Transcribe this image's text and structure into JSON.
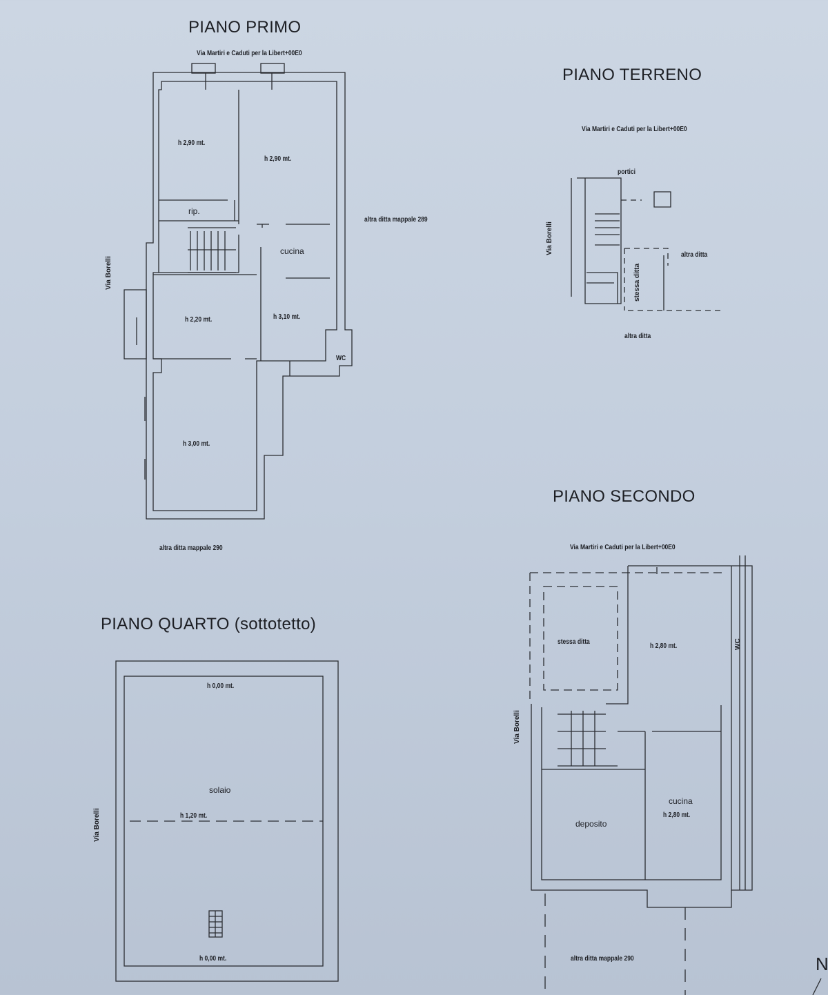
{
  "plans": {
    "primo": {
      "title": "PIANO PRIMO",
      "street_top": "Via Martiri e Caduti per la Libert+00E0",
      "street_left": "Via Borelli",
      "right_neighbor": "altra ditta mappale 289",
      "bottom_neighbor": "altra ditta mappale 290",
      "rooms": [
        "h 2,90 mt.",
        "h 2,90 mt.",
        "rip.",
        "cucina",
        "h 2,20 mt.",
        "h 3,10 mt.",
        "WC",
        "h 3,00 mt."
      ]
    },
    "terreno": {
      "title": "PIANO TERRENO",
      "street_top": "Via Martiri e Caduti per la Libert+00E0",
      "street_left": "Via Borelli",
      "labels": [
        "portici",
        "altra ditta",
        "stessa ditta",
        "altra ditta"
      ]
    },
    "secondo": {
      "title": "PIANO SECONDO",
      "street_top": "Via Martiri e Caduti per la Libert+00E0",
      "street_left": "Via Borelli",
      "rooms": [
        "stessa ditta",
        "h 2,80 mt.",
        "WC",
        "cucina",
        "h 2,80 mt.",
        "deposito"
      ],
      "bottom_neighbor": "altra ditta mappale 290"
    },
    "quarto": {
      "title": "PIANO QUARTO (sottotetto)",
      "street_left": "Via Borelli",
      "labels": [
        "h 0,00 mt.",
        "solaio",
        "h 1,20 mt.",
        "h 0,00 mt."
      ]
    }
  },
  "north_label": "N",
  "colors": {
    "paper": "#c6d0de",
    "ink": "#2a2c31"
  }
}
